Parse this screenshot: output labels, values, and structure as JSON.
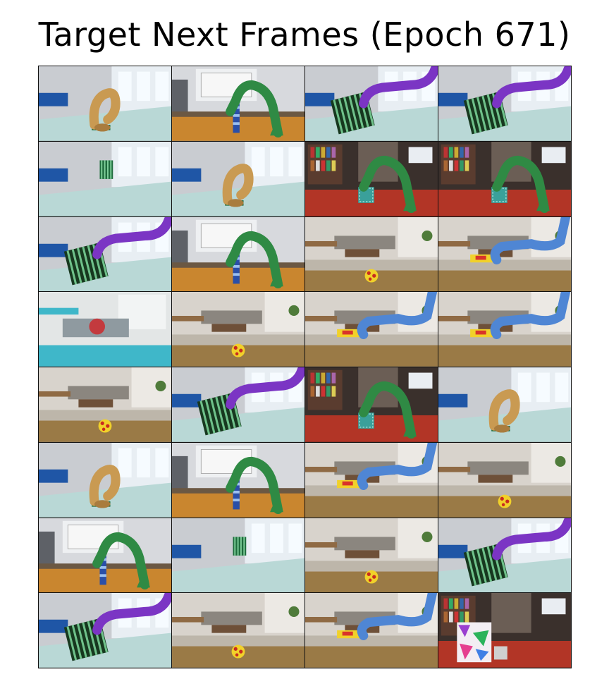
{
  "figure": {
    "title": "Target Next Frames (Epoch 671)"
  },
  "grid": {
    "columns": 4,
    "rows": 8,
    "frames": [
      {
        "scene": "office",
        "robot": "gold",
        "object": "green-slab"
      },
      {
        "scene": "workspace",
        "robot": "green",
        "object": "blue-tower"
      },
      {
        "scene": "office",
        "robot": "purple",
        "object": "striped-box"
      },
      {
        "scene": "office",
        "robot": "purple",
        "object": "striped-box"
      },
      {
        "scene": "office",
        "robot": "none",
        "object": "green-box"
      },
      {
        "scene": "office",
        "robot": "gold",
        "object": "green-slab"
      },
      {
        "scene": "library",
        "robot": "green",
        "object": "teal-box"
      },
      {
        "scene": "library",
        "robot": "green",
        "object": "teal-box"
      },
      {
        "scene": "office",
        "robot": "purple",
        "object": "striped-box"
      },
      {
        "scene": "workspace",
        "robot": "green",
        "object": "blue-tower"
      },
      {
        "scene": "living",
        "robot": "none",
        "object": "red-yellow-ball"
      },
      {
        "scene": "living",
        "robot": "blue",
        "object": "red-yellow-slab"
      },
      {
        "scene": "kitchen",
        "robot": "none",
        "object": "red-ball"
      },
      {
        "scene": "living",
        "robot": "none",
        "object": "red-yellow-ball"
      },
      {
        "scene": "living",
        "robot": "blue",
        "object": "red-yellow-slab"
      },
      {
        "scene": "living",
        "robot": "blue",
        "object": "red-yellow-slab"
      },
      {
        "scene": "living",
        "robot": "none",
        "object": "red-yellow-ball"
      },
      {
        "scene": "office",
        "robot": "purple",
        "object": "striped-box"
      },
      {
        "scene": "library",
        "robot": "green",
        "object": "teal-box"
      },
      {
        "scene": "office",
        "robot": "gold",
        "object": "green-slab"
      },
      {
        "scene": "office",
        "robot": "gold",
        "object": "green-slab"
      },
      {
        "scene": "workspace",
        "robot": "green",
        "object": "blue-tower"
      },
      {
        "scene": "living",
        "robot": "blue",
        "object": "red-yellow-slab"
      },
      {
        "scene": "living",
        "robot": "none",
        "object": "red-yellow-ball"
      },
      {
        "scene": "workspace",
        "robot": "green",
        "object": "blue-tower"
      },
      {
        "scene": "office",
        "robot": "none",
        "object": "green-box"
      },
      {
        "scene": "living",
        "robot": "none",
        "object": "red-yellow-ball"
      },
      {
        "scene": "office",
        "robot": "purple",
        "object": "striped-box"
      },
      {
        "scene": "office",
        "robot": "purple",
        "object": "striped-box"
      },
      {
        "scene": "living",
        "robot": "none",
        "object": "red-yellow-ball"
      },
      {
        "scene": "living",
        "robot": "blue",
        "object": "red-yellow-slab"
      },
      {
        "scene": "library",
        "robot": "none",
        "object": "patterned-cube"
      }
    ]
  },
  "colors": {
    "office_floor": "#b9d8d6",
    "workspace_floor": "#c9862f",
    "library_floor": "#b23526",
    "living_floor": "#9a7a46",
    "kitchen_floor": "#3fb7c9",
    "robot_gold": "#c99a52",
    "robot_green": "#2f8a44",
    "robot_purple": "#7b35c4",
    "robot_blue": "#4f86d4"
  }
}
